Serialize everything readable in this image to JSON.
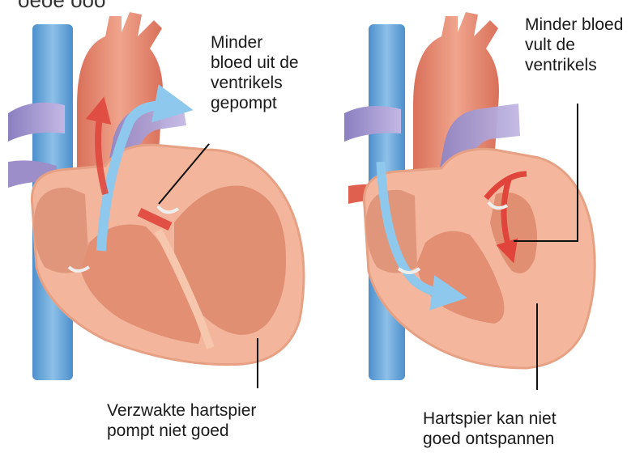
{
  "title_fragment": "oeoe   ooo",
  "left_panel": {
    "label_top": "Minder\nbloed uit de\nventrikels\ngepompt",
    "label_bottom": "Verzwakte hartspier\npompt niet goed"
  },
  "right_panel": {
    "label_top": "Minder bloed\nvult de\nventrikels",
    "label_bottom": "Hartspier kan niet\ngoed ontspannen"
  },
  "colors": {
    "vein": "#6aa6d8",
    "pulmonary": "#a99ad0",
    "aorta": "#e98b74",
    "muscle": "#f2b196",
    "chamber": "#e5987e",
    "blood_flow_red": "#e0443b",
    "blood_flow_blue": "#8ec8ec"
  }
}
